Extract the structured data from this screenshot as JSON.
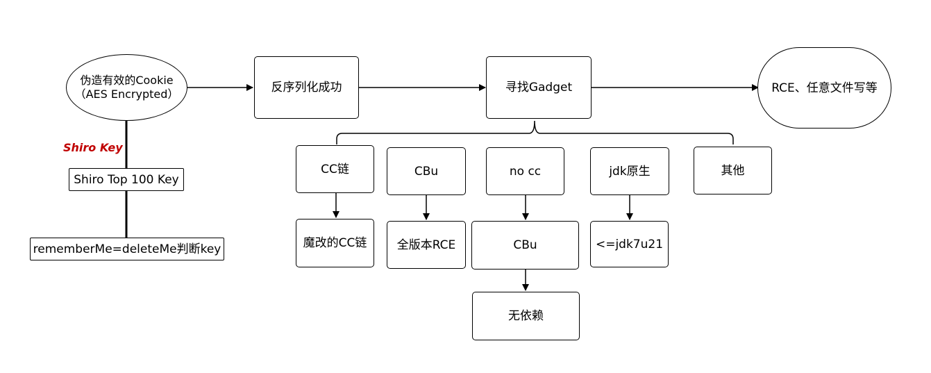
{
  "nodes": {
    "forge_cookie": {
      "line1": "伪造有效的Cookie",
      "line2": "（AES Encrypted）"
    },
    "deserialize": "反序列化成功",
    "find_gadget": "寻找Gadget",
    "rce": "RCE、任意文件写等",
    "shiro_top100": "Shiro Top 100 Key",
    "rememberme_check": "rememberMe=deleteMe判断key",
    "cc_chain": "CC链",
    "cbu": "CBu",
    "no_cc": "no cc",
    "jdk_native": "jdk原生",
    "other": "其他",
    "modified_cc": "魔改的CC链",
    "all_version_rce": "全版本RCE",
    "cbu_2": "CBu",
    "jdk_version": "<=jdk7u21",
    "no_dependency": "无依赖"
  },
  "edge_labels": {
    "shiro_key": "Shiro Key"
  },
  "colors": {
    "line": "#000000",
    "label": "#c00000"
  }
}
